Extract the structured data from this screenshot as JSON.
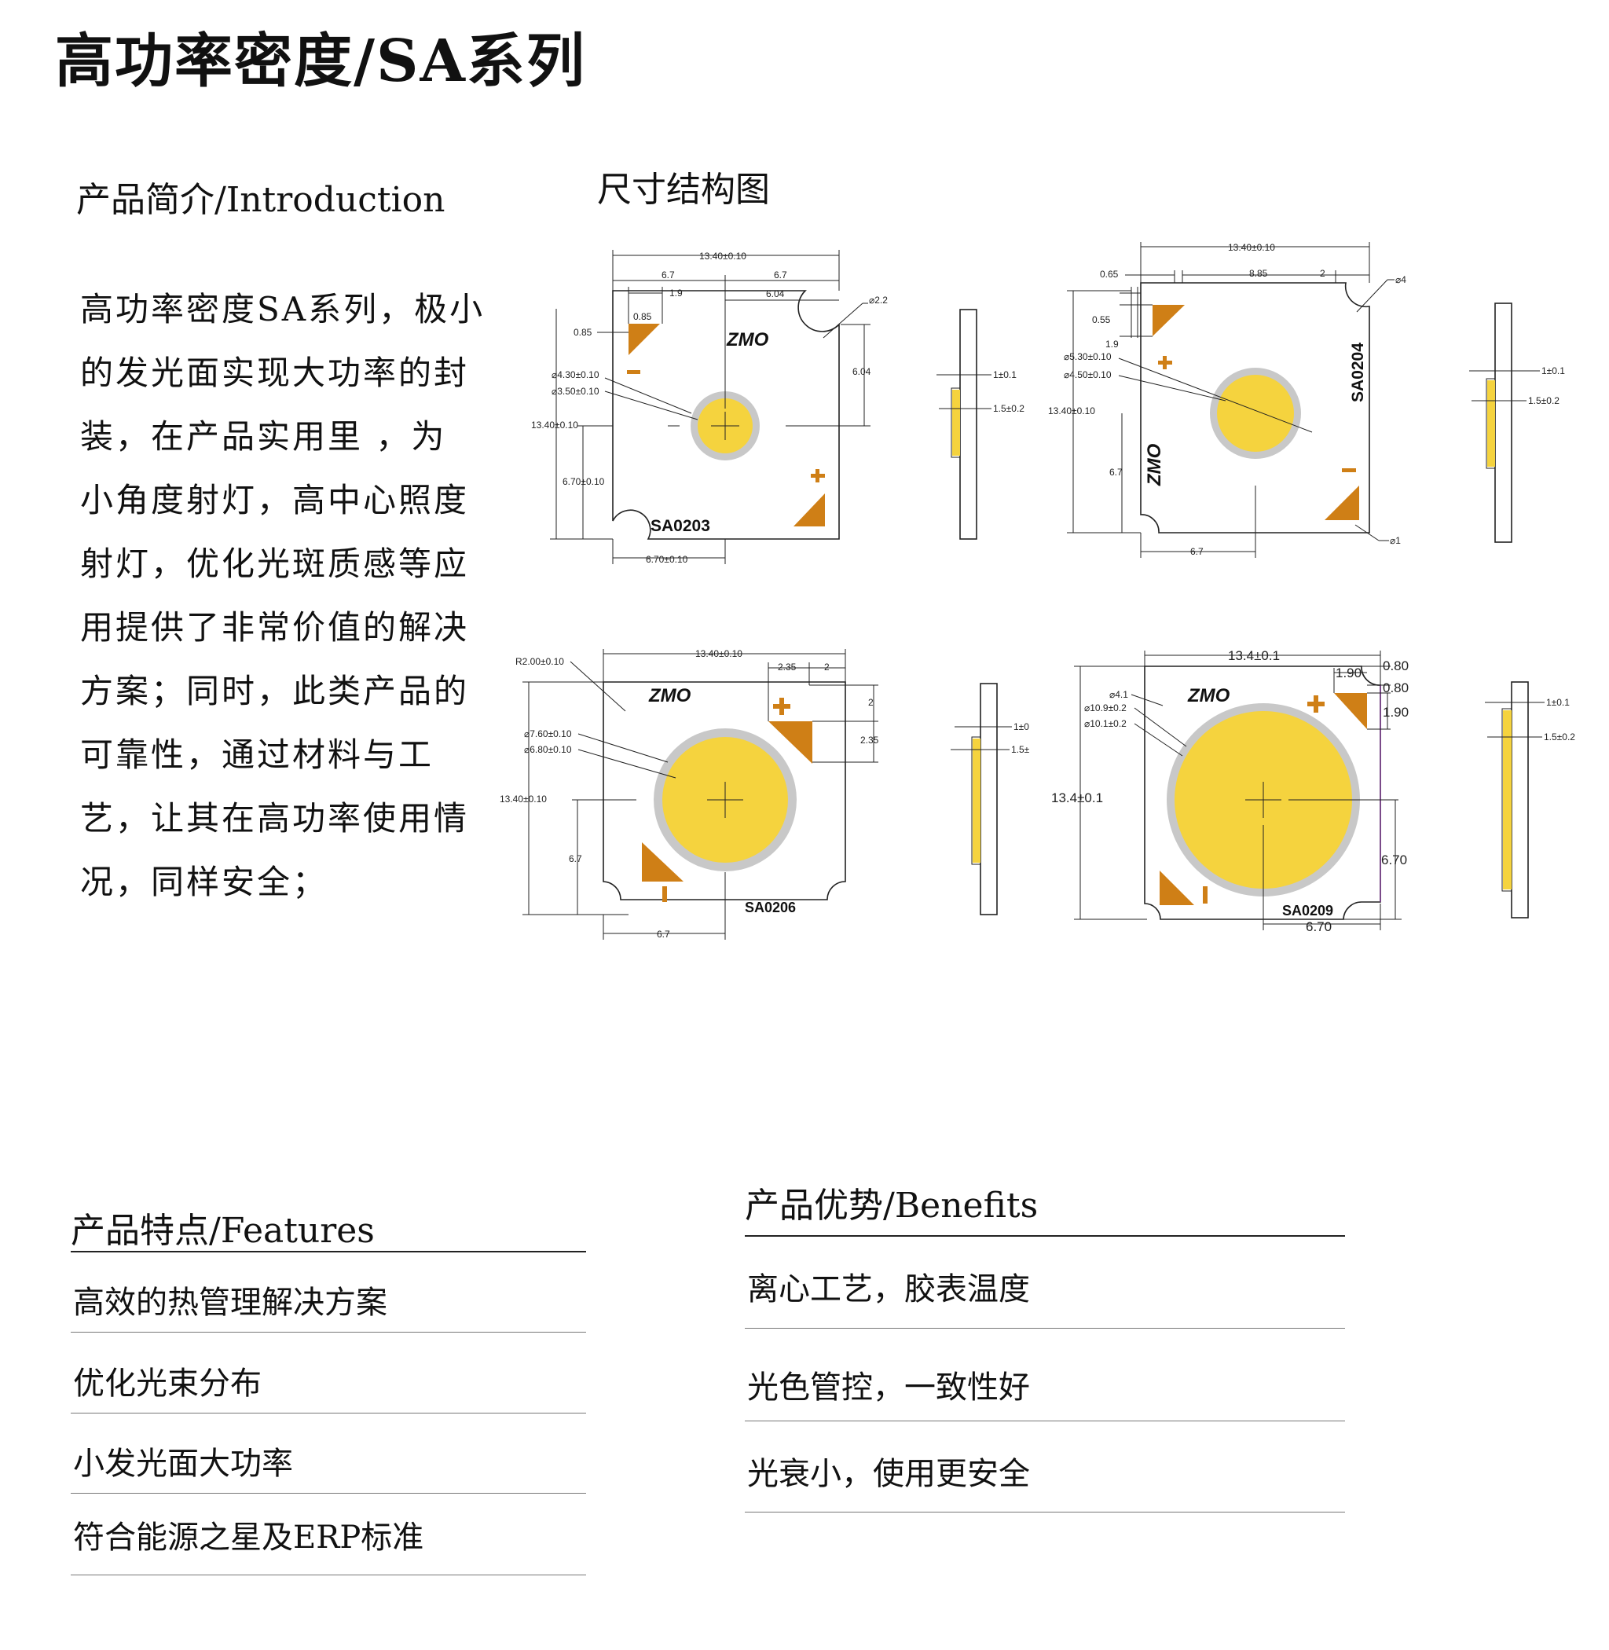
{
  "title": "高功率密度/SA系列",
  "intro": {
    "heading": "产品简介/Introduction",
    "lines": [
      "高功率密度SA系列，极小",
      "的发光面实现大功率的封",
      "装，在产品实用里 ，为",
      "小角度射灯，高中心照度",
      "射灯，优化光斑质感等应",
      "用提供了非常价值的解决",
      "方案；同时，此类产品的",
      "可靠性，通过材料与工",
      "艺，让其在高功率使用情",
      "况，同样安全；"
    ]
  },
  "diagram_heading": "尺寸结构图",
  "logo_text": "ZMO",
  "drawings": {
    "sa0203": {
      "model": "SA0203",
      "d_width": "13.40±0.10",
      "d_half_top": "6.7",
      "d_half_top2": "6.7",
      "d_19": "1.9",
      "d_604": "6.04",
      "d_085a": "0.85",
      "d_085b": "0.85",
      "d_hole": "⌀2.2",
      "d_outer": "⌀4.30±0.10",
      "d_inner": "⌀3.50±0.10",
      "d_height": "13.40±0.10",
      "d_604v": "6.04",
      "d_670v": "6.70±0.10",
      "d_670h": "6.70±0.10",
      "side_a": "1±0.1",
      "side_b": "1.5±0.2"
    },
    "sa0204": {
      "model": "SA0204",
      "d_width": "13.40±0.10",
      "d_065": "0.65",
      "d_885": "8.85",
      "d_2": "2",
      "d_hole": "⌀4",
      "d_055": "0.55",
      "d_19": "1.9",
      "d_outer": "⌀5.30±0.10",
      "d_inner": "⌀4.50±0.10",
      "d_height": "13.40±0.10",
      "d_67v": "6.7",
      "d_67h": "6.7",
      "d_1": "⌀1",
      "side_a": "1±0.1",
      "side_b": "1.5±0.2"
    },
    "sa0206": {
      "model": "SA0206",
      "d_radius": "R2.00±0.10",
      "d_width": "13.40±0.10",
      "d_235": "2.35",
      "d_2": "2",
      "d_2v": "2",
      "d_235v": "2.35",
      "d_outer": "⌀7.60±0.10",
      "d_inner": "⌀6.80±0.10",
      "d_height": "13.40±0.10",
      "d_67v": "6.7",
      "d_67h": "6.7",
      "side_a": "1±0",
      "side_b": "1.5±"
    },
    "sa0209": {
      "model": "SA0209",
      "d_width": "13.4±0.1",
      "d_190": "1.90",
      "d_080a": "0.80",
      "d_080b": "0.80",
      "d_190v": "1.90",
      "d_hole": "⌀4.1",
      "d_outer": "⌀10.9±0.2",
      "d_inner": "⌀10.1±0.2",
      "d_height": "13.4±0.1",
      "d_670v": "6.70",
      "d_670h": "6.70",
      "side_a": "1±0.1",
      "side_b": "1.5±0.2"
    }
  },
  "features": {
    "heading": "产品特点/Features",
    "items": [
      "高效的热管理解决方案",
      "优化光束分布",
      "小发光面大功率",
      "符合能源之星及ERP标准"
    ]
  },
  "benefits": {
    "heading": "产品优势/Benefits",
    "items": [
      "离心工艺，胶表温度",
      "光色管控，一致性好",
      "光衰小，使用更安全"
    ]
  },
  "colors": {
    "emitter": "#f5d33e",
    "ring": "#c8c8c8",
    "pad": "#cf7f16",
    "rule": "#222222"
  }
}
